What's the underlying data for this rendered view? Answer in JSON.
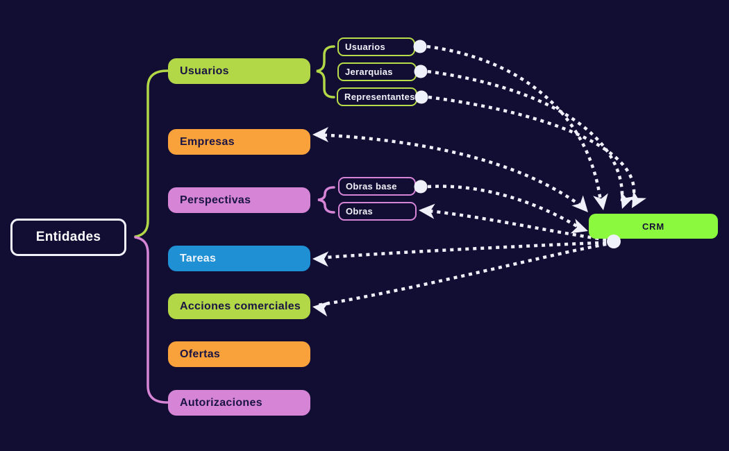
{
  "root": {
    "label": "Entidades"
  },
  "branches": [
    {
      "label": "Usuarios",
      "color": "#b2d848",
      "children": [
        {
          "label": "Usuarios"
        },
        {
          "label": "Jerarquias"
        },
        {
          "label": "Representantes"
        }
      ]
    },
    {
      "label": "Empresas",
      "color": "#f9a23c"
    },
    {
      "label": "Perspectivas",
      "color": "#d685d6",
      "children": [
        {
          "label": "Obras base"
        },
        {
          "label": "Obras"
        }
      ]
    },
    {
      "label": "Tareas",
      "color": "#1e90d3"
    },
    {
      "label": "Acciones comerciales",
      "color": "#b2d848"
    },
    {
      "label": "Ofertas",
      "color": "#f9a23c"
    },
    {
      "label": "Autorizaciones",
      "color": "#d685d6"
    }
  ],
  "external_node": {
    "label": "CRM",
    "color": "#8bfa3e"
  },
  "connections": [
    {
      "from": "Usuarios (sub)",
      "to": "CRM",
      "style": "dotted-arrow"
    },
    {
      "from": "Jerarquias",
      "to": "CRM",
      "style": "dotted-arrow"
    },
    {
      "from": "Representantes",
      "to": "CRM",
      "style": "dotted-arrow"
    },
    {
      "from": "Obras base",
      "to": "CRM",
      "style": "dotted-arrow"
    },
    {
      "from": "CRM",
      "to": "Empresas",
      "style": "dotted-arrow"
    },
    {
      "from": "CRM",
      "to": "Obras",
      "style": "dotted-arrow"
    },
    {
      "from": "CRM",
      "to": "Tareas",
      "style": "dotted-arrow"
    },
    {
      "from": "CRM",
      "to": "Acciones comerciales",
      "style": "dotted-arrow"
    }
  ],
  "colors": {
    "background": "#120d33",
    "branch_green": "#b2d848",
    "branch_orange": "#f9a23c",
    "branch_pink": "#d685d6",
    "branch_blue": "#1e90d3",
    "crm_green": "#8bfa3e",
    "line_white": "#eff1fa",
    "dark_text": "#1a1443"
  }
}
